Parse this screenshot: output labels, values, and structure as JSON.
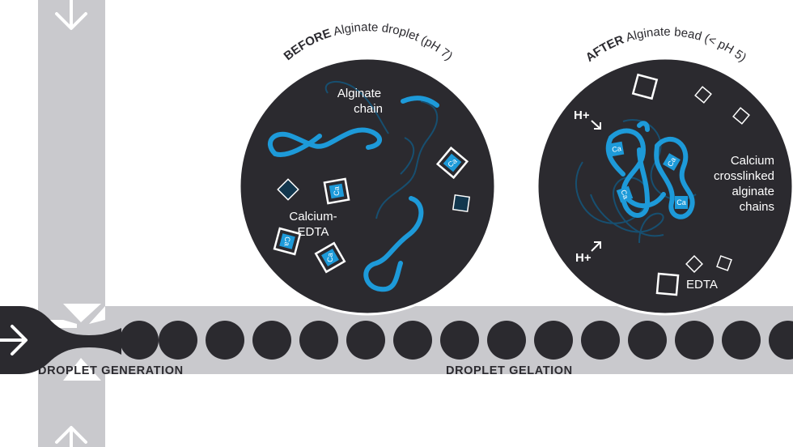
{
  "before": {
    "heading_bold": "BEFORE",
    "heading_rest": "Alginate droplet (pH 7)",
    "chain_label_line1": "Alginate",
    "chain_label_line2": "chain",
    "complex_label_line1": "Calcium-",
    "complex_label_line2": "EDTA"
  },
  "after": {
    "heading_bold": "AFTER",
    "heading_rest": "Alginate bead (< pH 5)",
    "proton_top": "H+",
    "proton_bottom": "H+",
    "gel_label_lines": [
      "Calcium",
      "crosslinked",
      "alginate",
      "chains"
    ],
    "edta_label": "EDTA"
  },
  "ion_symbol": "Ca",
  "stages": {
    "generation": "DROPLET GENERATION",
    "gelation": "DROPLET GELATION"
  },
  "colors": {
    "channel": "#c9c9cd",
    "inlet": "#2b2a2f",
    "droplet": "#2b2a2f",
    "circle_fill": "#2b2a2f",
    "alginate_blue": "#1d9ad9",
    "text_dark": "#2b2a2f"
  }
}
